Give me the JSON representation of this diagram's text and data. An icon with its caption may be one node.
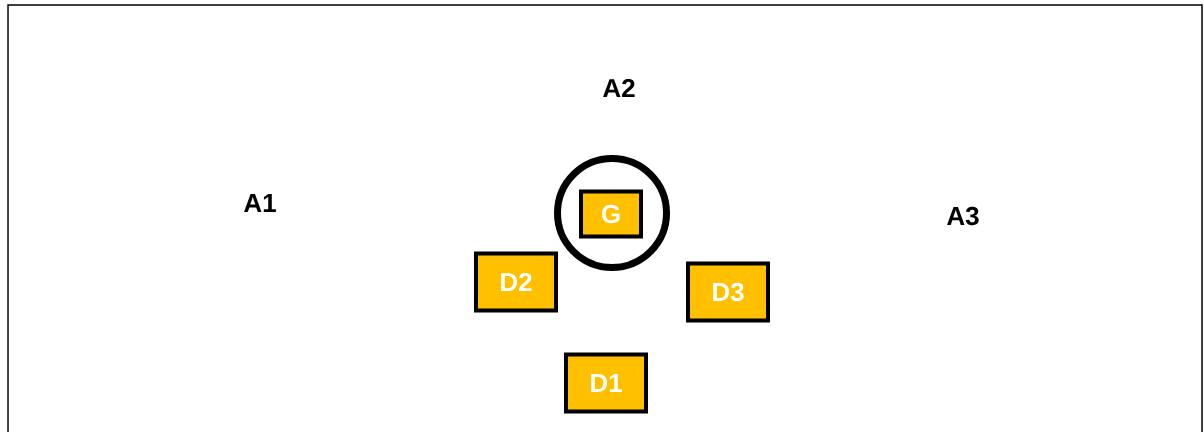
{
  "diagram": {
    "nodes": [
      {
        "text": [],
        "shape": "circle"
      },
      {
        "text": [
          "G"
        ],
        "in": 0
      },
      {
        "text": [
          "D2"
        ]
      },
      {
        "text": [
          "D3"
        ]
      },
      {
        "text": [
          "D1"
        ]
      }
    ],
    "labels": [
      "A2",
      "A1",
      "A3"
    ]
  }
}
